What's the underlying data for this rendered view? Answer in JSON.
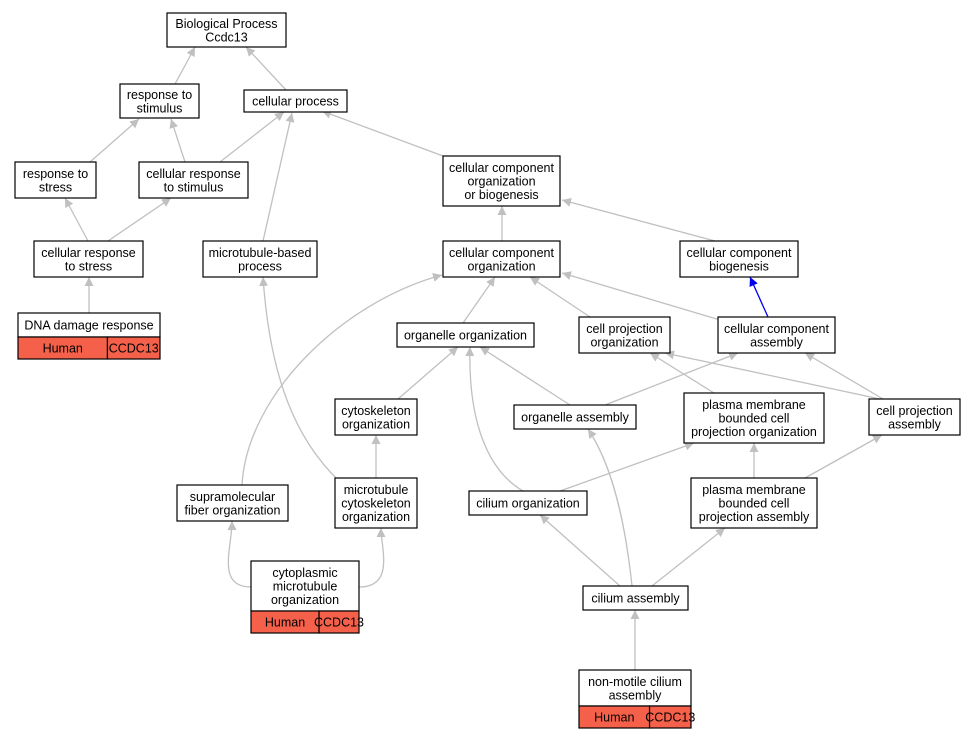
{
  "colors": {
    "edge": "#c0c0c0",
    "edge_highlight": "#0000ee",
    "annotation_fill": "#f5604a",
    "node_border": "#000000",
    "background": "#ffffff"
  },
  "nodes": {
    "biological-process": [
      "Biological Process",
      "Ccdc13"
    ],
    "response-to-stimulus": [
      "response to",
      "stimulus"
    ],
    "cellular-process": [
      "cellular process"
    ],
    "response-to-stress": [
      "response to",
      "stress"
    ],
    "cellular-response-to-stimulus": [
      "cellular response",
      "to stimulus"
    ],
    "cellular-component-organization-or-biogenesis": [
      "cellular component",
      "organization",
      "or biogenesis"
    ],
    "cellular-response-to-stress": [
      "cellular response",
      "to stress"
    ],
    "microtubule-based-process": [
      "microtubule-based",
      "process"
    ],
    "cellular-component-organization": [
      "cellular component",
      "organization"
    ],
    "cellular-component-biogenesis": [
      "cellular component",
      "biogenesis"
    ],
    "dna-damage-response": [
      "DNA damage response"
    ],
    "organelle-organization": [
      "organelle organization"
    ],
    "cell-projection-organization": [
      "cell projection",
      "organization"
    ],
    "cellular-component-assembly": [
      "cellular component",
      "assembly"
    ],
    "cytoskeleton-organization": [
      "cytoskeleton",
      "organization"
    ],
    "organelle-assembly": [
      "organelle assembly"
    ],
    "plasma-membrane-bounded-cell-projection-organization": [
      "plasma membrane",
      "bounded cell",
      "projection organization"
    ],
    "cell-projection-assembly": [
      "cell projection",
      "assembly"
    ],
    "supramolecular-fiber-organization": [
      "supramolecular",
      "fiber organization"
    ],
    "microtubule-cytoskeleton-organization": [
      "microtubule",
      "cytoskeleton",
      "organization"
    ],
    "cilium-organization": [
      "cilium organization"
    ],
    "plasma-membrane-bounded-cell-projection-assembly": [
      "plasma membrane",
      "bounded cell",
      "projection assembly"
    ],
    "cytoplasmic-microtubule-organization": [
      "cytoplasmic",
      "microtubule",
      "organization"
    ],
    "cilium-assembly": [
      "cilium assembly"
    ],
    "non-motile-cilium-assembly": [
      "non-motile cilium",
      "assembly"
    ]
  },
  "annotations": {
    "dna-damage-response": {
      "species": "Human",
      "gene": "CCDC13"
    },
    "cytoplasmic-microtubule-organization": {
      "species": "Human",
      "gene": "CCDC13"
    },
    "non-motile-cilium-assembly": {
      "species": "Human",
      "gene": "CCDC13"
    }
  },
  "edges": [
    [
      "response-to-stimulus",
      "biological-process",
      "normal"
    ],
    [
      "cellular-process",
      "biological-process",
      "normal"
    ],
    [
      "response-to-stress",
      "response-to-stimulus",
      "normal"
    ],
    [
      "cellular-response-to-stimulus",
      "response-to-stimulus",
      "normal"
    ],
    [
      "cellular-response-to-stimulus",
      "cellular-process",
      "normal"
    ],
    [
      "cellular-component-organization-or-biogenesis",
      "cellular-process",
      "normal"
    ],
    [
      "microtubule-based-process",
      "cellular-process",
      "normal"
    ],
    [
      "cellular-response-to-stress",
      "response-to-stress",
      "normal"
    ],
    [
      "cellular-response-to-stress",
      "cellular-response-to-stimulus",
      "normal"
    ],
    [
      "dna-damage-response",
      "cellular-response-to-stress",
      "normal"
    ],
    [
      "cellular-component-organization",
      "cellular-component-organization-or-biogenesis",
      "normal"
    ],
    [
      "cellular-component-biogenesis",
      "cellular-component-organization-or-biogenesis",
      "normal"
    ],
    [
      "cellular-component-assembly",
      "cellular-component-biogenesis",
      "highlight"
    ],
    [
      "organelle-organization",
      "cellular-component-organization",
      "normal"
    ],
    [
      "cell-projection-organization",
      "cellular-component-organization",
      "normal"
    ],
    [
      "cellular-component-assembly",
      "cellular-component-organization",
      "normal"
    ],
    [
      "supramolecular-fiber-organization",
      "cellular-component-organization",
      "normal"
    ],
    [
      "cytoskeleton-organization",
      "organelle-organization",
      "normal"
    ],
    [
      "organelle-assembly",
      "organelle-organization",
      "normal"
    ],
    [
      "cilium-organization",
      "organelle-organization",
      "normal"
    ],
    [
      "organelle-assembly",
      "cellular-component-assembly",
      "normal"
    ],
    [
      "cell-projection-assembly",
      "cellular-component-assembly",
      "normal"
    ],
    [
      "plasma-membrane-bounded-cell-projection-organization",
      "cell-projection-organization",
      "normal"
    ],
    [
      "cell-projection-assembly",
      "cell-projection-organization",
      "normal"
    ],
    [
      "microtubule-cytoskeleton-organization",
      "cytoskeleton-organization",
      "normal"
    ],
    [
      "microtubule-cytoskeleton-organization",
      "microtubule-based-process",
      "normal"
    ],
    [
      "cilium-organization",
      "plasma-membrane-bounded-cell-projection-organization",
      "normal"
    ],
    [
      "plasma-membrane-bounded-cell-projection-assembly",
      "plasma-membrane-bounded-cell-projection-organization",
      "normal"
    ],
    [
      "plasma-membrane-bounded-cell-projection-assembly",
      "cell-projection-assembly",
      "normal"
    ],
    [
      "cytoplasmic-microtubule-organization",
      "supramolecular-fiber-organization",
      "normal"
    ],
    [
      "cytoplasmic-microtubule-organization",
      "microtubule-cytoskeleton-organization",
      "normal"
    ],
    [
      "cilium-assembly",
      "cilium-organization",
      "normal"
    ],
    [
      "cilium-assembly",
      "organelle-assembly",
      "normal"
    ],
    [
      "cilium-assembly",
      "plasma-membrane-bounded-cell-projection-assembly",
      "normal"
    ],
    [
      "non-motile-cilium-assembly",
      "cilium-assembly",
      "normal"
    ]
  ]
}
